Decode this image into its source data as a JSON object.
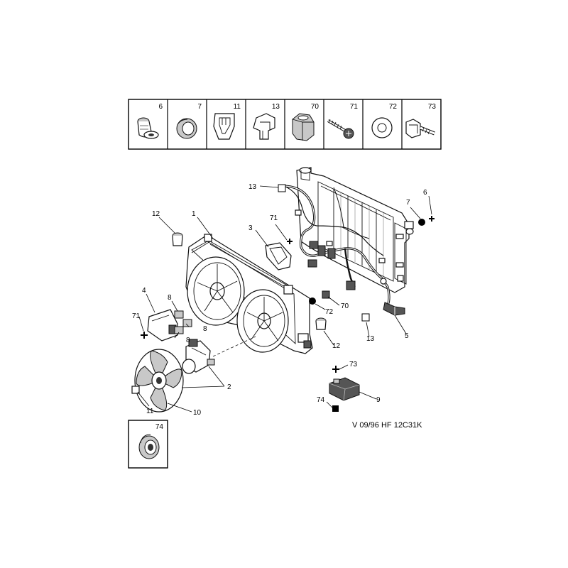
{
  "top_strip": {
    "cells": [
      {
        "number": "6",
        "icon": "flanged-plug-bolt"
      },
      {
        "number": "7",
        "icon": "seal-ring"
      },
      {
        "number": "11",
        "icon": "spring-clip"
      },
      {
        "number": "13",
        "icon": "cable-clip"
      },
      {
        "number": "70",
        "icon": "hex-nut"
      },
      {
        "number": "71",
        "icon": "self-tapping-screw"
      },
      {
        "number": "72",
        "icon": "flat-washer"
      },
      {
        "number": "73",
        "icon": "bolt-with-clip"
      }
    ]
  },
  "bottom_inset": {
    "number": "74",
    "icon": "grommet"
  },
  "callouts": {
    "c1": "1",
    "c2": "2",
    "c3": "3",
    "c4": "4",
    "c5": "5",
    "c6": "6",
    "c7": "7",
    "c8a": "8",
    "c8b": "8",
    "c8c": "8",
    "c9": "9",
    "c10": "10",
    "c11": "11",
    "c12a": "12",
    "c12b": "12",
    "c13a": "13",
    "c13b": "13",
    "c70": "70",
    "c71a": "71",
    "c71b": "71",
    "c72": "72",
    "c73": "73",
    "c74": "74"
  },
  "reference": "V 09/96 HF 12C31K"
}
